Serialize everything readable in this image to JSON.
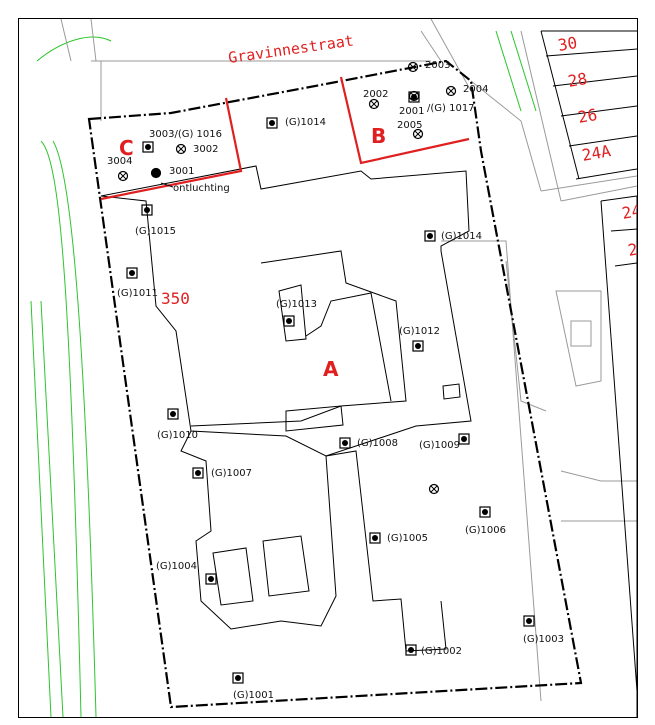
{
  "map": {
    "street_name": "Gravinnestraat",
    "house_numbers": [
      "30",
      "28",
      "26",
      "24A",
      "24",
      "2"
    ],
    "area_labels": [
      "A",
      "B",
      "C"
    ],
    "dimension_label": "350",
    "annotation": "ontluchting",
    "wells": [
      "(G)1001",
      "(G)1002",
      "(G)1003",
      "(G)1004",
      "(G)1005",
      "(G)1006",
      "(G)1007",
      "(G)1008",
      "(G)1009",
      "(G)1010",
      "(G)1011",
      "(G)1012",
      "(G)1013",
      "(G)1014",
      "(G)1014",
      "(G)1015"
    ],
    "points": [
      "2001",
      "2002",
      "2003",
      "2004",
      "2005",
      "3001",
      "3002",
      "3004"
    ],
    "combo_labels": [
      "3003/(G) 1016",
      "/(G) 1017"
    ],
    "colors": {
      "boundary": "#000000",
      "area_lines": "#e02020",
      "green_lines": "#2ec52e",
      "grey_lines": "#9a9a9a"
    }
  }
}
